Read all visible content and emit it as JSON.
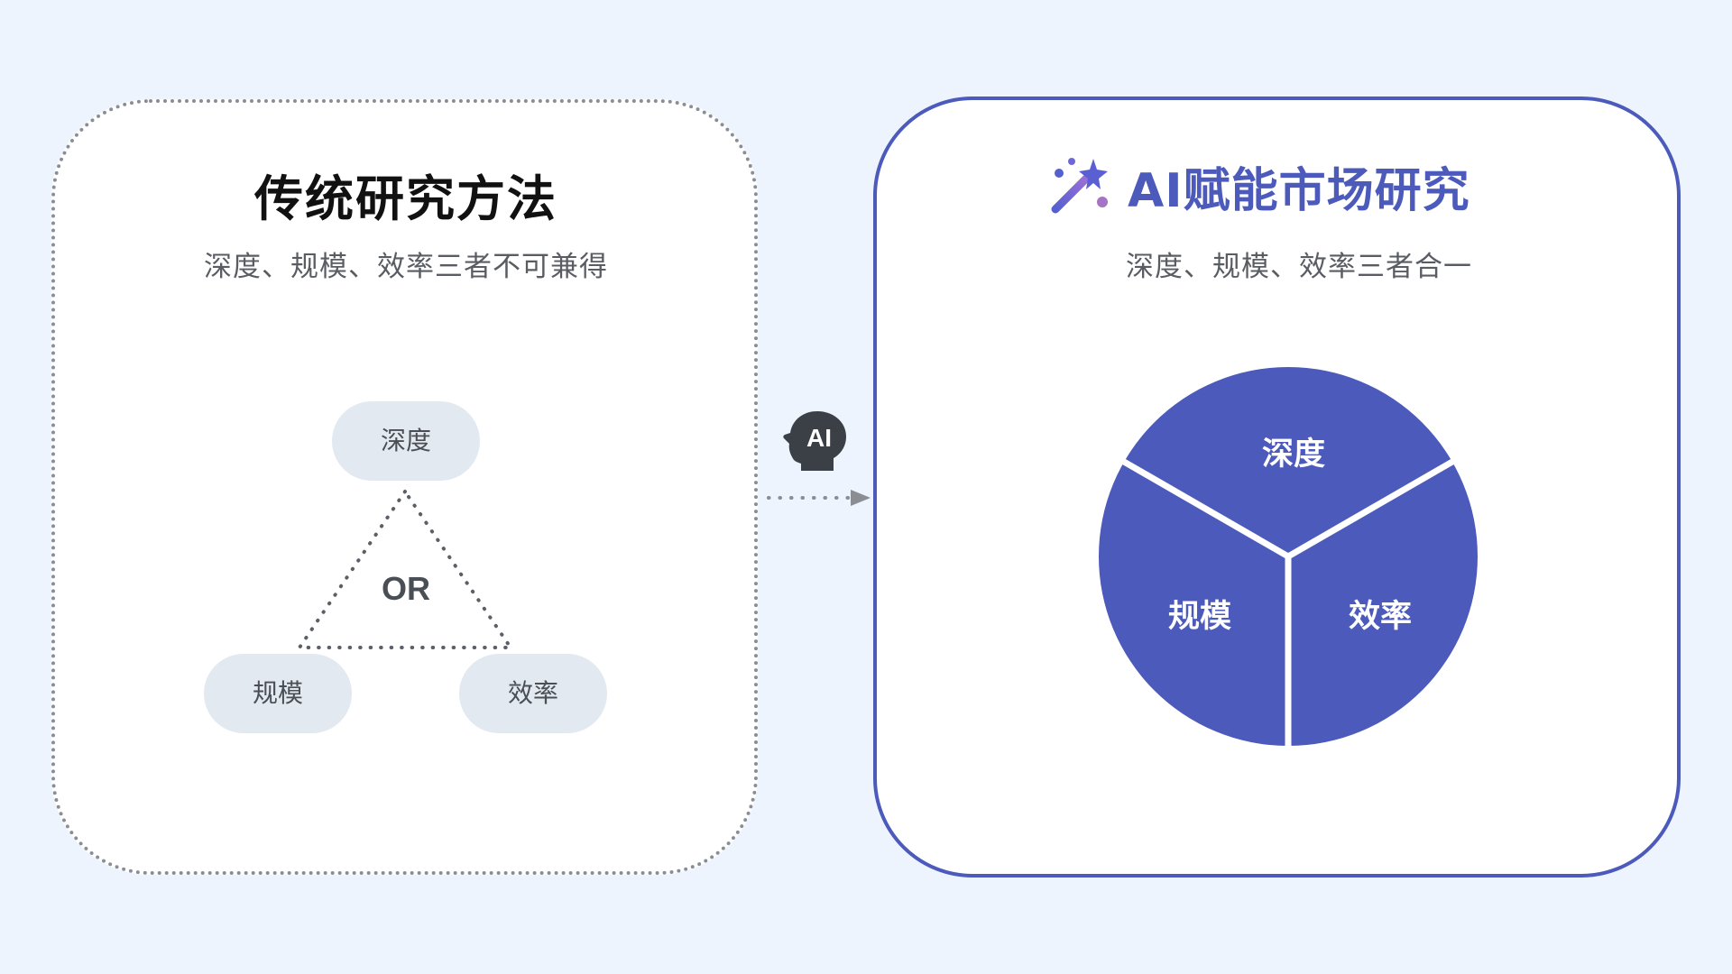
{
  "left_panel": {
    "title": "传统研究方法",
    "subtitle": "深度、规模、效率三者不可兼得",
    "nodes": {
      "depth": "深度",
      "scale": "规模",
      "efficiency": "效率"
    },
    "center_label": "OR"
  },
  "connector": {
    "badge_text": "AI",
    "icon": "ai-head-icon"
  },
  "right_panel": {
    "icon": "magic-wand-icon",
    "title": "AI赋能市场研究",
    "subtitle": "深度、规模、效率三者合一",
    "segments": {
      "depth": "深度",
      "scale": "规模",
      "efficiency": "效率"
    }
  },
  "colors": {
    "background": "#edf4fe",
    "accent": "#4b5abb",
    "pill": "#e3e9f1",
    "dotted_border": "#8a8e94"
  }
}
